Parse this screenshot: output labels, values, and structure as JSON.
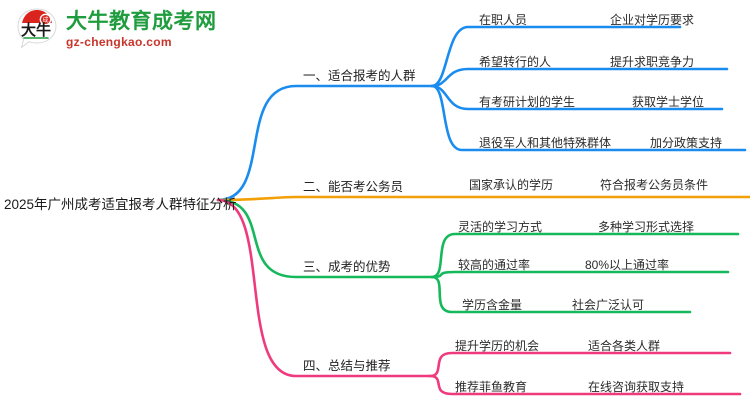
{
  "logo": {
    "mark_name": "daniu-speech-bubble-logo",
    "title": "大牛教育成考网",
    "subtitle": "gz-chengkao.com",
    "title_color": "#1f9c3d",
    "subtitle_color": "#c8342a",
    "mark_red": "#d9251d",
    "mark_green": "#1f9c3d"
  },
  "mindmap": {
    "root": {
      "label": "2025年广州成考适宜报考人群特征分析"
    },
    "branches": [
      {
        "label": "一、适合报考的人群",
        "color": "#1a8cf0",
        "leaves": [
          {
            "label": "在职人员",
            "detail": "企业对学历要求"
          },
          {
            "label": "希望转行的人",
            "detail": "提升求职竞争力"
          },
          {
            "label": "有考研计划的学生",
            "detail": "获取学士学位"
          },
          {
            "label": "退役军人和其他特殊群体",
            "detail": "加分政策支持"
          }
        ]
      },
      {
        "label": "二、能否考公务员",
        "color": "#f2a007",
        "leaves": [
          {
            "label": "国家承认的学历",
            "detail": "符合报考公务员条件"
          }
        ]
      },
      {
        "label": "三、成考的优势",
        "color": "#16b85c",
        "leaves": [
          {
            "label": "灵活的学习方式",
            "detail": "多种学习形式选择"
          },
          {
            "label": "较高的通过率",
            "detail": "80%以上通过率"
          },
          {
            "label": "学历含金量",
            "detail": "社会广泛认可"
          }
        ]
      },
      {
        "label": "四、总结与推荐",
        "color": "#ef3b7e",
        "leaves": [
          {
            "label": "提升学历的机会",
            "detail": "适合各类人群"
          },
          {
            "label": "推荐菲鱼教育",
            "detail": "在线咨询获取支持"
          }
        ]
      }
    ]
  }
}
